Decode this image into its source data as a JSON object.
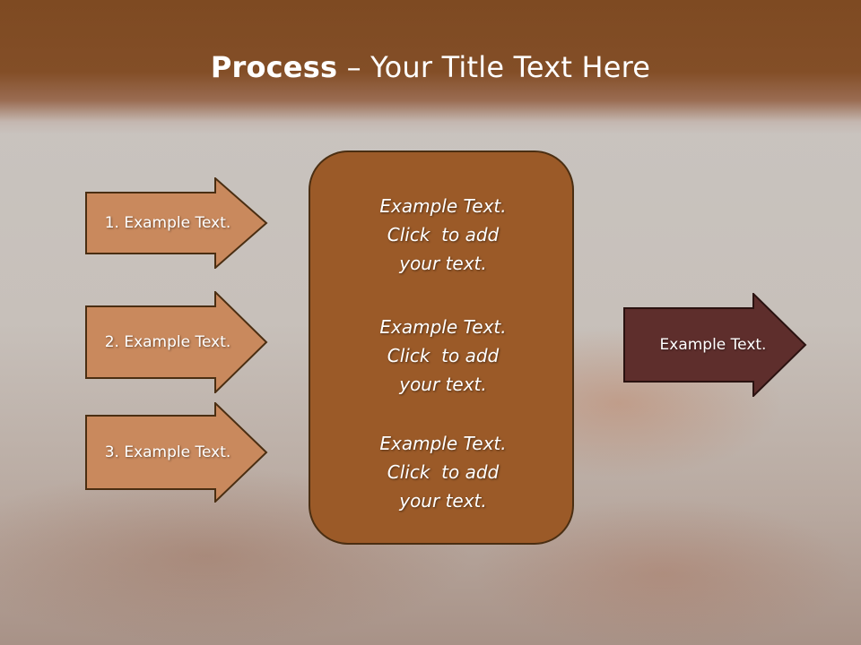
{
  "title": {
    "bold": "Process",
    "rest": " – Your Title Text Here"
  },
  "inputs": [
    {
      "label": "1. Example Text."
    },
    {
      "label": "2. Example Text."
    },
    {
      "label": "3. Example Text."
    }
  ],
  "center": {
    "blocks": [
      {
        "lines": [
          "Example Text.",
          "Click  to add",
          "your text."
        ]
      },
      {
        "lines": [
          "Example Text.",
          "Click  to add",
          "your text."
        ]
      },
      {
        "lines": [
          "Example Text.",
          "Click  to add",
          "your text."
        ]
      }
    ]
  },
  "output": {
    "label": "Example Text."
  },
  "colors": {
    "header": "#7e4a22",
    "input_arrow_fill": "#c9895d",
    "center_box_fill": "#9b5a28",
    "output_arrow_fill": "#5e2e2c",
    "outline": "#4a2e12"
  }
}
